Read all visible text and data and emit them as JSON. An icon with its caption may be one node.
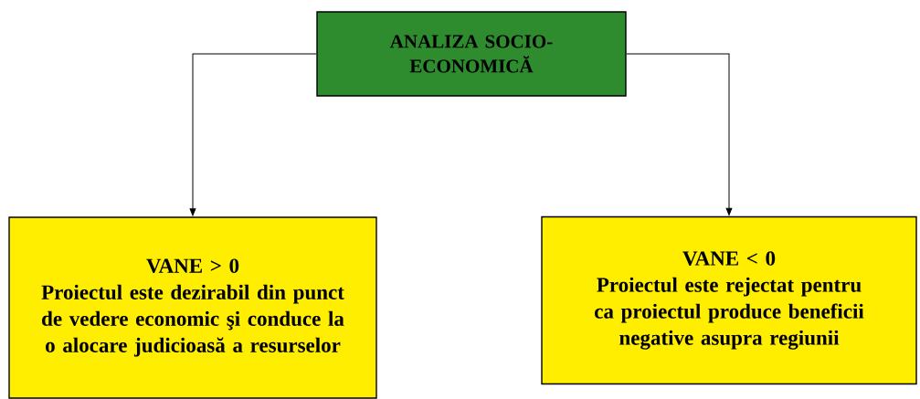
{
  "diagram": {
    "nodes": [
      {
        "text": [
          "ANALIZA SOCIO-ECONOMICĂ"
        ]
      },
      {
        "text": [
          "VANE > 0",
          "Proiectul este dezirabil din punct de vedere economic şi conduce la o alocare judicioasă a resurselor"
        ]
      },
      {
        "text": [
          "VANE < 0",
          "Proiectul este rejectat pentru ca proiectul produce beneficii negative asupra regiunii"
        ]
      }
    ],
    "edges": [
      {
        "from": 0,
        "to": 1,
        "arrow": "to"
      },
      {
        "from": 0,
        "to": 2,
        "arrow": "to"
      }
    ]
  }
}
